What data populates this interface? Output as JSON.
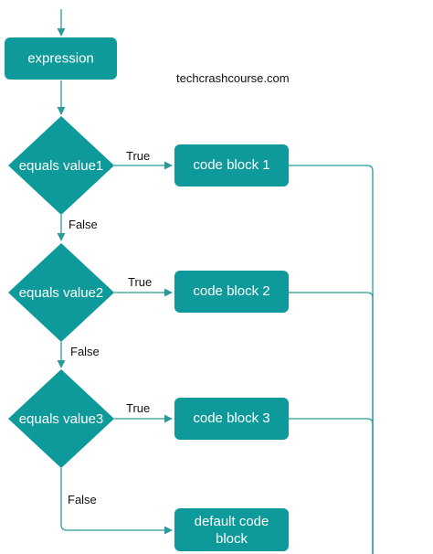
{
  "watermark": "techcrashcourse.com",
  "colors": {
    "node_fill": "#0e9a9a",
    "line": "#2a9a9a",
    "text_on_node": "#ffffff"
  },
  "nodes": {
    "expression": "expression",
    "decision1": "equals value1",
    "decision2": "equals value2",
    "decision3": "equals value3",
    "block1": "code block 1",
    "block2": "code block 2",
    "block3": "code block 3",
    "default_line1": "default code",
    "default_line2": "block"
  },
  "edge_labels": {
    "true": "True",
    "false": "False"
  }
}
